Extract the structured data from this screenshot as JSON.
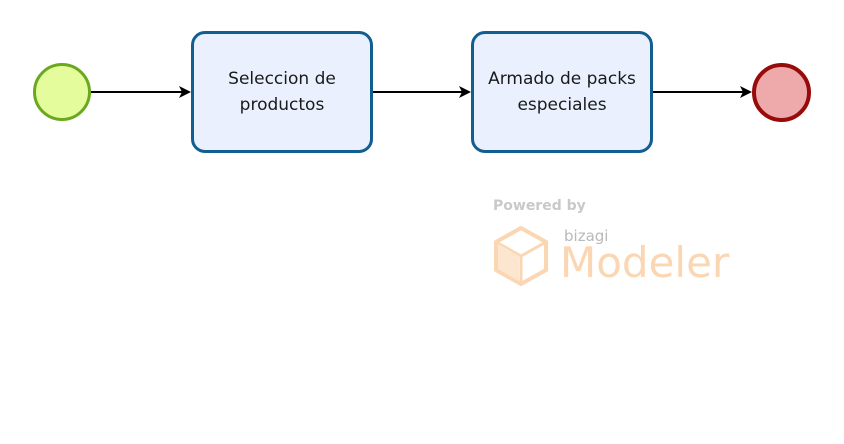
{
  "diagram": {
    "start_event": {},
    "tasks": [
      {
        "label": "Seleccion de productos"
      },
      {
        "label": "Armado de packs especiales"
      }
    ],
    "end_event": {}
  },
  "watermark": {
    "powered_by": "Powered by",
    "brand": "bizagi",
    "product": "Modeler"
  },
  "colors": {
    "start_fill": "#e5fc9d",
    "start_stroke": "#6aa91f",
    "task_fill": "#eaf0fe",
    "task_stroke": "#135e90",
    "end_fill": "#eeaaaa",
    "end_stroke": "#970b0b",
    "flow": "#000000",
    "watermark_logo": "#fbd6b3"
  }
}
